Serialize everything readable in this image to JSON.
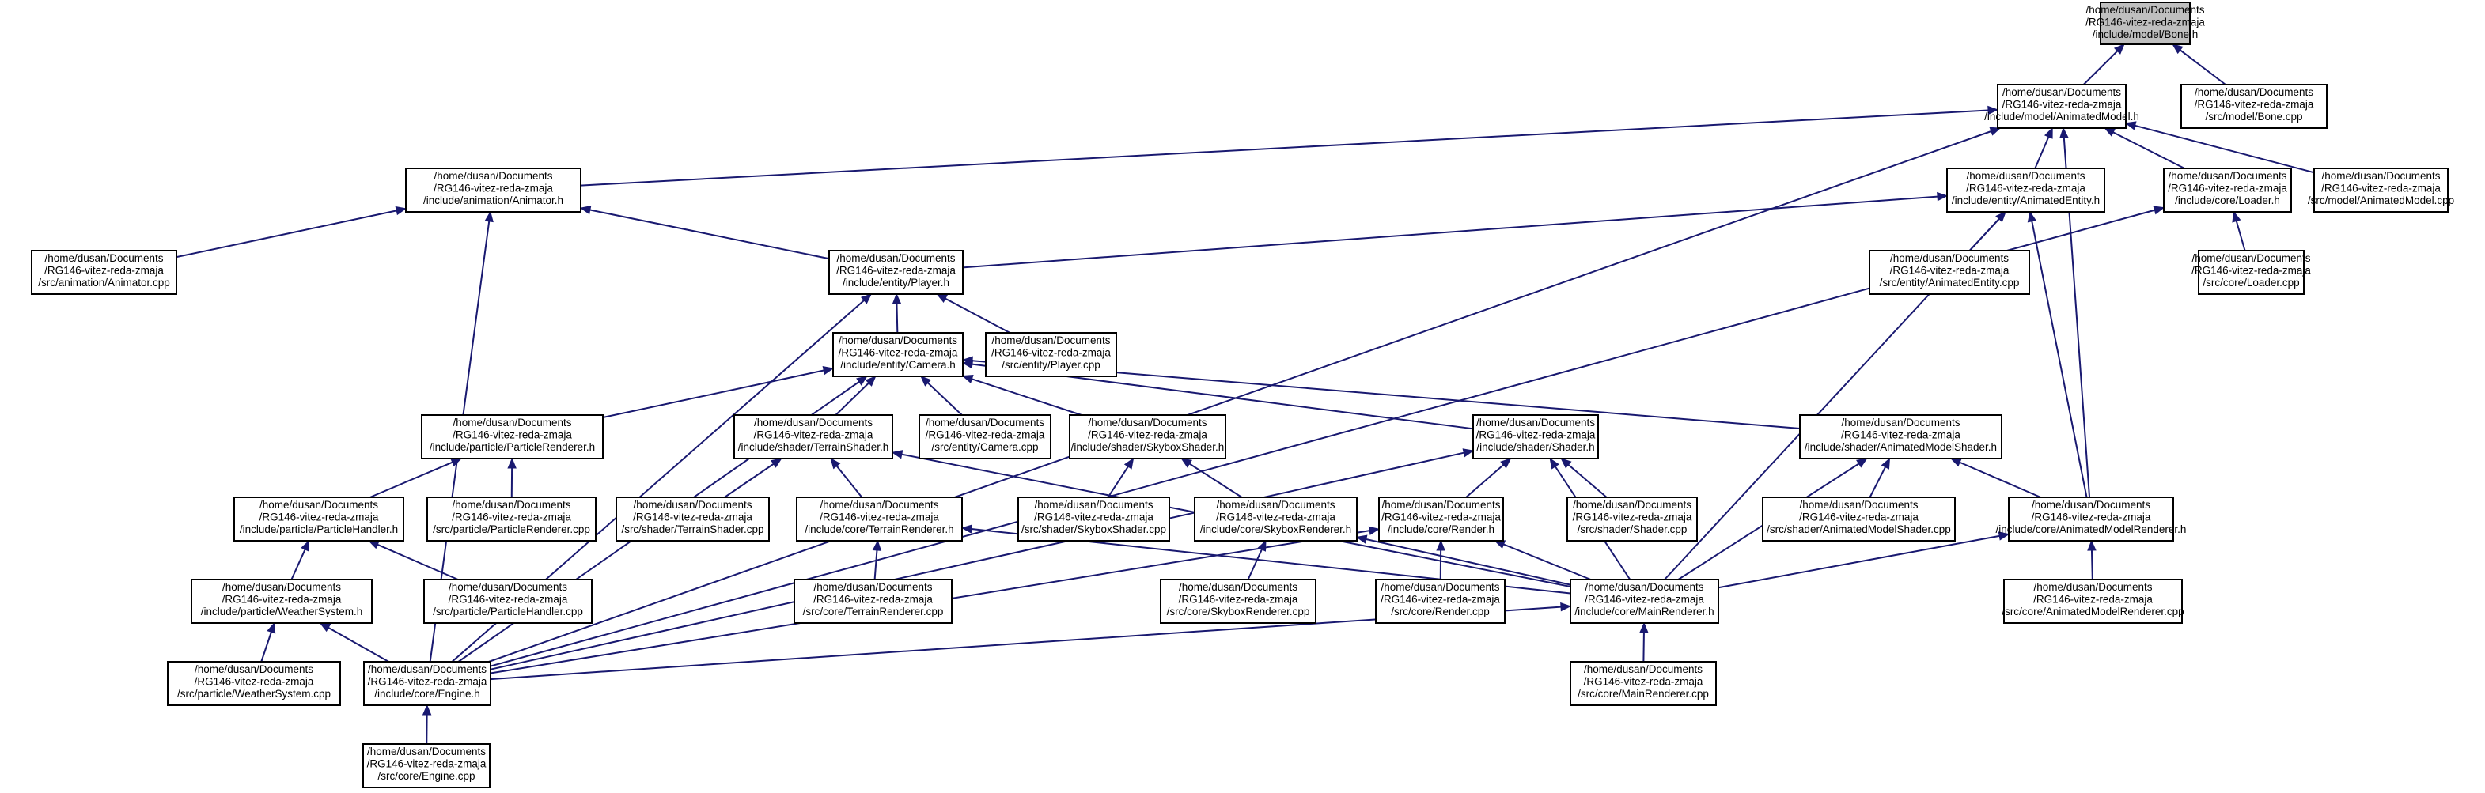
{
  "nodes": [
    {
      "id": "bone_h",
      "lines": [
        "/home/dusan/Documents",
        "/RG146-vitez-reda-zmaja",
        "/include/model/Bone.h"
      ],
      "root": true
    },
    {
      "id": "animated_model_h",
      "lines": [
        "/home/dusan/Documents",
        "/RG146-vitez-reda-zmaja",
        "/include/model/AnimatedModel.h"
      ]
    },
    {
      "id": "bone_cpp",
      "lines": [
        "/home/dusan/Documents",
        "/RG146-vitez-reda-zmaja",
        "/src/model/Bone.cpp"
      ]
    },
    {
      "id": "animator_h",
      "lines": [
        "/home/dusan/Documents",
        "/RG146-vitez-reda-zmaja",
        "/include/animation/Animator.h"
      ]
    },
    {
      "id": "animated_entity_h",
      "lines": [
        "/home/dusan/Documents",
        "/RG146-vitez-reda-zmaja",
        "/include/entity/AnimatedEntity.h"
      ]
    },
    {
      "id": "loader_h",
      "lines": [
        "/home/dusan/Documents",
        "/RG146-vitez-reda-zmaja",
        "/include/core/Loader.h"
      ]
    },
    {
      "id": "animated_model_cpp",
      "lines": [
        "/home/dusan/Documents",
        "/RG146-vitez-reda-zmaja",
        "/src/model/AnimatedModel.cpp"
      ]
    },
    {
      "id": "animator_cpp",
      "lines": [
        "/home/dusan/Documents",
        "/RG146-vitez-reda-zmaja",
        "/src/animation/Animator.cpp"
      ]
    },
    {
      "id": "player_h",
      "lines": [
        "/home/dusan/Documents",
        "/RG146-vitez-reda-zmaja",
        "/include/entity/Player.h"
      ]
    },
    {
      "id": "animated_entity_cpp",
      "lines": [
        "/home/dusan/Documents",
        "/RG146-vitez-reda-zmaja",
        "/src/entity/AnimatedEntity.cpp"
      ]
    },
    {
      "id": "loader_cpp",
      "lines": [
        "/home/dusan/Documents",
        "/RG146-vitez-reda-zmaja",
        "/src/core/Loader.cpp"
      ]
    },
    {
      "id": "camera_h",
      "lines": [
        "/home/dusan/Documents",
        "/RG146-vitez-reda-zmaja",
        "/include/entity/Camera.h"
      ]
    },
    {
      "id": "player_cpp",
      "lines": [
        "/home/dusan/Documents",
        "/RG146-vitez-reda-zmaja",
        "/src/entity/Player.cpp"
      ]
    },
    {
      "id": "particle_renderer_h",
      "lines": [
        "/home/dusan/Documents",
        "/RG146-vitez-reda-zmaja",
        "/include/particle/ParticleRenderer.h"
      ]
    },
    {
      "id": "terrain_shader_h",
      "lines": [
        "/home/dusan/Documents",
        "/RG146-vitez-reda-zmaja",
        "/include/shader/TerrainShader.h"
      ]
    },
    {
      "id": "camera_cpp",
      "lines": [
        "/home/dusan/Documents",
        "/RG146-vitez-reda-zmaja",
        "/src/entity/Camera.cpp"
      ]
    },
    {
      "id": "skybox_shader_h",
      "lines": [
        "/home/dusan/Documents",
        "/RG146-vitez-reda-zmaja",
        "/include/shader/SkyboxShader.h"
      ]
    },
    {
      "id": "shader_h",
      "lines": [
        "/home/dusan/Documents",
        "/RG146-vitez-reda-zmaja",
        "/include/shader/Shader.h"
      ]
    },
    {
      "id": "animated_model_shader_h",
      "lines": [
        "/home/dusan/Documents",
        "/RG146-vitez-reda-zmaja",
        "/include/shader/AnimatedModelShader.h"
      ]
    },
    {
      "id": "particle_handler_h",
      "lines": [
        "/home/dusan/Documents",
        "/RG146-vitez-reda-zmaja",
        "/include/particle/ParticleHandler.h"
      ]
    },
    {
      "id": "particle_renderer_cpp",
      "lines": [
        "/home/dusan/Documents",
        "/RG146-vitez-reda-zmaja",
        "/src/particle/ParticleRenderer.cpp"
      ]
    },
    {
      "id": "terrain_shader_cpp",
      "lines": [
        "/home/dusan/Documents",
        "/RG146-vitez-reda-zmaja",
        "/src/shader/TerrainShader.cpp"
      ]
    },
    {
      "id": "terrain_renderer_h",
      "lines": [
        "/home/dusan/Documents",
        "/RG146-vitez-reda-zmaja",
        "/include/core/TerrainRenderer.h"
      ]
    },
    {
      "id": "skybox_shader_cpp",
      "lines": [
        "/home/dusan/Documents",
        "/RG146-vitez-reda-zmaja",
        "/src/shader/SkyboxShader.cpp"
      ]
    },
    {
      "id": "skybox_renderer_h",
      "lines": [
        "/home/dusan/Documents",
        "/RG146-vitez-reda-zmaja",
        "/include/core/SkyboxRenderer.h"
      ]
    },
    {
      "id": "render_h",
      "lines": [
        "/home/dusan/Documents",
        "/RG146-vitez-reda-zmaja",
        "/include/core/Render.h"
      ]
    },
    {
      "id": "shader_cpp",
      "lines": [
        "/home/dusan/Documents",
        "/RG146-vitez-reda-zmaja",
        "/src/shader/Shader.cpp"
      ]
    },
    {
      "id": "animated_model_shader_cpp",
      "lines": [
        "/home/dusan/Documents",
        "/RG146-vitez-reda-zmaja",
        "/src/shader/AnimatedModelShader.cpp"
      ]
    },
    {
      "id": "animated_model_renderer_h",
      "lines": [
        "/home/dusan/Documents",
        "/RG146-vitez-reda-zmaja",
        "/include/core/AnimatedModelRenderer.h"
      ]
    },
    {
      "id": "weather_system_h",
      "lines": [
        "/home/dusan/Documents",
        "/RG146-vitez-reda-zmaja",
        "/include/particle/WeatherSystem.h"
      ]
    },
    {
      "id": "particle_handler_cpp",
      "lines": [
        "/home/dusan/Documents",
        "/RG146-vitez-reda-zmaja",
        "/src/particle/ParticleHandler.cpp"
      ]
    },
    {
      "id": "terrain_renderer_cpp",
      "lines": [
        "/home/dusan/Documents",
        "/RG146-vitez-reda-zmaja",
        "/src/core/TerrainRenderer.cpp"
      ]
    },
    {
      "id": "skybox_renderer_cpp",
      "lines": [
        "/home/dusan/Documents",
        "/RG146-vitez-reda-zmaja",
        "/src/core/SkyboxRenderer.cpp"
      ]
    },
    {
      "id": "render_cpp",
      "lines": [
        "/home/dusan/Documents",
        "/RG146-vitez-reda-zmaja",
        "/src/core/Render.cpp"
      ]
    },
    {
      "id": "main_renderer_h",
      "lines": [
        "/home/dusan/Documents",
        "/RG146-vitez-reda-zmaja",
        "/include/core/MainRenderer.h"
      ]
    },
    {
      "id": "animated_model_renderer_cpp",
      "lines": [
        "/home/dusan/Documents",
        "/RG146-vitez-reda-zmaja",
        "/src/core/AnimatedModelRenderer.cpp"
      ]
    },
    {
      "id": "weather_system_cpp",
      "lines": [
        "/home/dusan/Documents",
        "/RG146-vitez-reda-zmaja",
        "/src/particle/WeatherSystem.cpp"
      ]
    },
    {
      "id": "engine_h",
      "lines": [
        "/home/dusan/Documents",
        "/RG146-vitez-reda-zmaja",
        "/include/core/Engine.h"
      ]
    },
    {
      "id": "main_renderer_cpp",
      "lines": [
        "/home/dusan/Documents",
        "/RG146-vitez-reda-zmaja",
        "/src/core/MainRenderer.cpp"
      ]
    },
    {
      "id": "engine_cpp",
      "lines": [
        "/home/dusan/Documents",
        "/RG146-vitez-reda-zmaja",
        "/src/core/Engine.cpp"
      ]
    }
  ],
  "edges": [
    [
      "bone_h",
      "animated_model_h"
    ],
    [
      "bone_h",
      "bone_cpp"
    ],
    [
      "animated_model_h",
      "animator_h"
    ],
    [
      "animated_model_h",
      "animated_entity_h"
    ],
    [
      "animated_model_h",
      "loader_h"
    ],
    [
      "animated_model_h",
      "animated_model_cpp"
    ],
    [
      "animated_model_h",
      "animated_model_renderer_h"
    ],
    [
      "animated_model_h",
      "engine_h"
    ],
    [
      "animator_h",
      "animator_cpp"
    ],
    [
      "animator_h",
      "player_h"
    ],
    [
      "animator_h",
      "engine_h"
    ],
    [
      "animated_entity_h",
      "player_h"
    ],
    [
      "animated_entity_h",
      "animated_entity_cpp"
    ],
    [
      "animated_entity_h",
      "animated_model_renderer_h"
    ],
    [
      "animated_entity_h",
      "main_renderer_h"
    ],
    [
      "loader_h",
      "loader_cpp"
    ],
    [
      "loader_h",
      "engine_h"
    ],
    [
      "player_h",
      "camera_h"
    ],
    [
      "player_h",
      "player_cpp"
    ],
    [
      "player_h",
      "engine_h"
    ],
    [
      "camera_h",
      "particle_renderer_h"
    ],
    [
      "camera_h",
      "terrain_shader_h"
    ],
    [
      "camera_h",
      "camera_cpp"
    ],
    [
      "camera_h",
      "skybox_shader_h"
    ],
    [
      "camera_h",
      "shader_h"
    ],
    [
      "camera_h",
      "animated_model_shader_h"
    ],
    [
      "camera_h",
      "engine_h"
    ],
    [
      "particle_renderer_h",
      "particle_handler_h"
    ],
    [
      "particle_renderer_h",
      "particle_renderer_cpp"
    ],
    [
      "terrain_shader_h",
      "terrain_shader_cpp"
    ],
    [
      "terrain_shader_h",
      "terrain_renderer_h"
    ],
    [
      "terrain_shader_h",
      "main_renderer_h"
    ],
    [
      "skybox_shader_h",
      "skybox_shader_cpp"
    ],
    [
      "skybox_shader_h",
      "skybox_renderer_h"
    ],
    [
      "shader_h",
      "render_h"
    ],
    [
      "shader_h",
      "shader_cpp"
    ],
    [
      "shader_h",
      "main_renderer_h"
    ],
    [
      "shader_h",
      "engine_h"
    ],
    [
      "animated_model_shader_h",
      "animated_model_shader_cpp"
    ],
    [
      "animated_model_shader_h",
      "animated_model_renderer_h"
    ],
    [
      "animated_model_shader_h",
      "main_renderer_h"
    ],
    [
      "particle_handler_h",
      "weather_system_h"
    ],
    [
      "particle_handler_h",
      "particle_handler_cpp"
    ],
    [
      "terrain_renderer_h",
      "terrain_renderer_cpp"
    ],
    [
      "terrain_renderer_h",
      "main_renderer_h"
    ],
    [
      "skybox_renderer_h",
      "skybox_renderer_cpp"
    ],
    [
      "skybox_renderer_h",
      "main_renderer_h"
    ],
    [
      "render_h",
      "render_cpp"
    ],
    [
      "render_h",
      "main_renderer_h"
    ],
    [
      "render_h",
      "engine_h"
    ],
    [
      "animated_model_renderer_h",
      "main_renderer_h"
    ],
    [
      "animated_model_renderer_h",
      "animated_model_renderer_cpp"
    ],
    [
      "weather_system_h",
      "weather_system_cpp"
    ],
    [
      "weather_system_h",
      "engine_h"
    ],
    [
      "main_renderer_h",
      "engine_h"
    ],
    [
      "main_renderer_h",
      "main_renderer_cpp"
    ],
    [
      "engine_h",
      "engine_cpp"
    ]
  ],
  "colors": {
    "edge": "#191970",
    "root_fill": "#bfbfbf",
    "box_fill": "#ffffff",
    "box_stroke": "#000000"
  }
}
